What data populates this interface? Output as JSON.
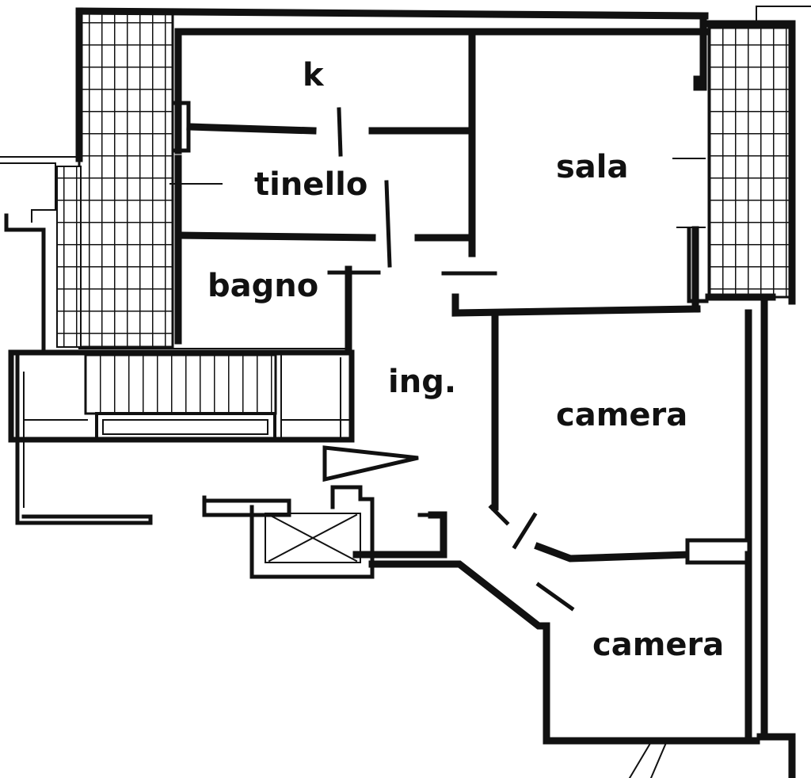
{
  "floor_plan": {
    "rooms": [
      {
        "id": "k",
        "label": "k"
      },
      {
        "id": "tinello",
        "label": "tinello"
      },
      {
        "id": "bagno",
        "label": "bagno"
      },
      {
        "id": "sala",
        "label": "sala"
      },
      {
        "id": "ing",
        "label": "ing."
      },
      {
        "id": "camera1",
        "label": "camera"
      },
      {
        "id": "camera2",
        "label": "camera"
      }
    ],
    "wall_color": "#111111",
    "background_color": "#ffffff"
  }
}
